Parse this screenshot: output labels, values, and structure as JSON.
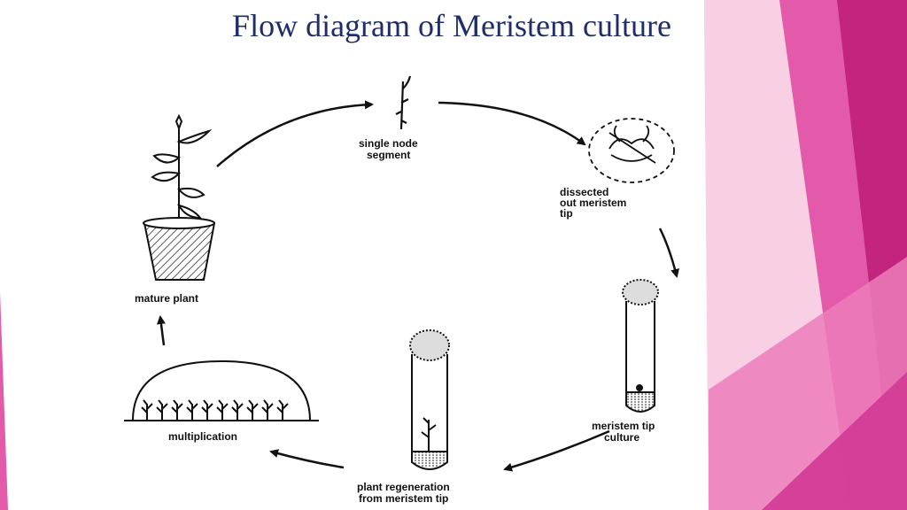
{
  "slide": {
    "title": "Flow diagram of Meristem culture",
    "colors": {
      "title": "#1f2e6b",
      "accent_pink": "#e25aa9",
      "accent_magenta": "#c2247e",
      "accent_light_pink": "#f4b9d9"
    }
  },
  "diagram": {
    "steps": [
      {
        "id": "single-node-segment",
        "label_lines": [
          "single node",
          "segment"
        ],
        "icon": "stem-node-icon"
      },
      {
        "id": "dissected-meristem-tip",
        "label_lines": [
          "dissected",
          "out meristem",
          "tip"
        ],
        "icon": "dissection-icon"
      },
      {
        "id": "meristem-tip-culture",
        "label_lines": [
          "meristem tip",
          "culture"
        ],
        "icon": "culture-tube-icon"
      },
      {
        "id": "plant-regeneration",
        "label_lines": [
          "plant regeneration",
          "from meristem tip"
        ],
        "icon": "regeneration-tube-icon"
      },
      {
        "id": "multiplication",
        "label_lines": [
          "multiplication"
        ],
        "icon": "multiplication-dome-icon"
      },
      {
        "id": "mature-plant",
        "label_lines": [
          "mature plant"
        ],
        "icon": "potted-plant-icon"
      }
    ]
  }
}
